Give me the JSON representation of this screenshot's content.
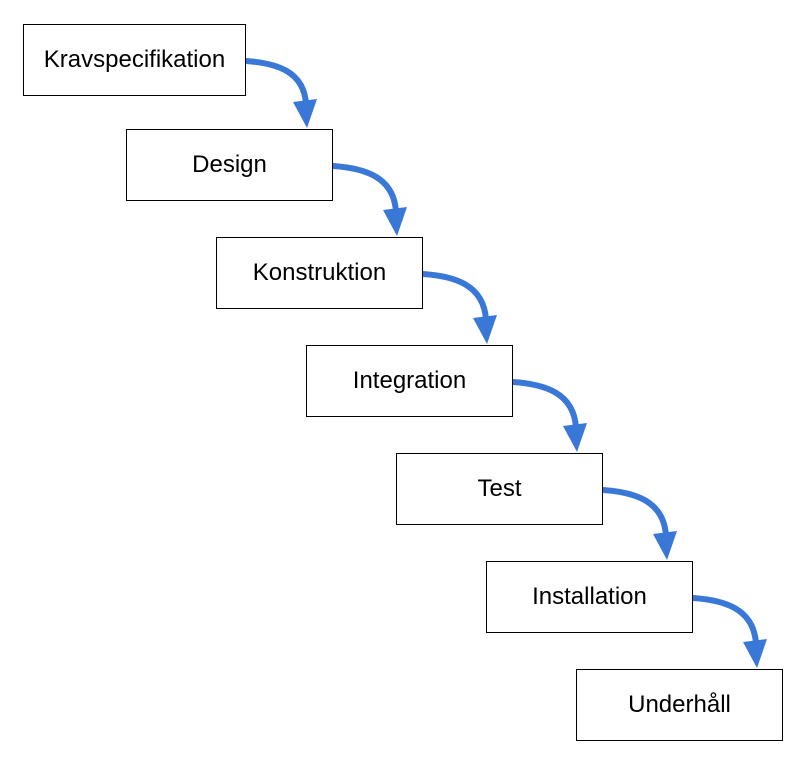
{
  "diagram": {
    "stages": [
      {
        "label": "Kravspecifikation"
      },
      {
        "label": "Design"
      },
      {
        "label": "Konstruktion"
      },
      {
        "label": "Integration"
      },
      {
        "label": "Test"
      },
      {
        "label": "Installation"
      },
      {
        "label": "Underhåll"
      }
    ],
    "arrow_color": "#3a78d8",
    "box_border_color": "#000000",
    "connections": [
      {
        "from": "Kravspecifikation",
        "to": "Design"
      },
      {
        "from": "Design",
        "to": "Konstruktion"
      },
      {
        "from": "Konstruktion",
        "to": "Integration"
      },
      {
        "from": "Integration",
        "to": "Test"
      },
      {
        "from": "Test",
        "to": "Installation"
      },
      {
        "from": "Installation",
        "to": "Underhåll"
      }
    ]
  }
}
